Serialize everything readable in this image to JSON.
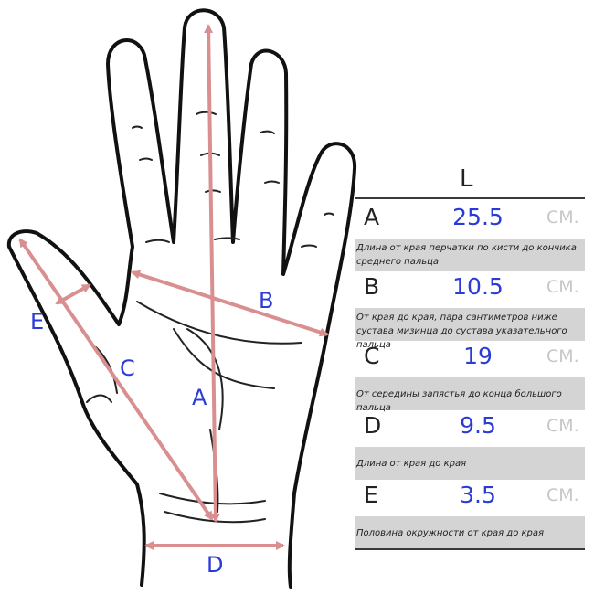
{
  "hand_labels": {
    "A": "A",
    "B": "B",
    "C": "C",
    "D": "D",
    "E": "E"
  },
  "table": {
    "size": "L",
    "rows": [
      {
        "letter": "A",
        "value": "25.5",
        "unit": "СМ.",
        "description": "Длина от края перчатки по кисти до кончика среднего пальца"
      },
      {
        "letter": "B",
        "value": "10.5",
        "unit": "СМ.",
        "description": "От края до края, пара сантиметров ниже сустава мизинца до сустава указательного пальца"
      },
      {
        "letter": "C",
        "value": "19",
        "unit": "СМ.",
        "description": "От середины запястья до конца большого пальца"
      },
      {
        "letter": "D",
        "value": "9.5",
        "unit": "СМ.",
        "description": "Длина от края до края"
      },
      {
        "letter": "E",
        "value": "3.5",
        "unit": "СМ.",
        "description": "Половина окружности от края до края"
      }
    ]
  },
  "colors": {
    "arrow": "#d98f8f",
    "label": "#2a3bd6",
    "outline": "#111111",
    "desc_bg": "#d4d4d4"
  }
}
